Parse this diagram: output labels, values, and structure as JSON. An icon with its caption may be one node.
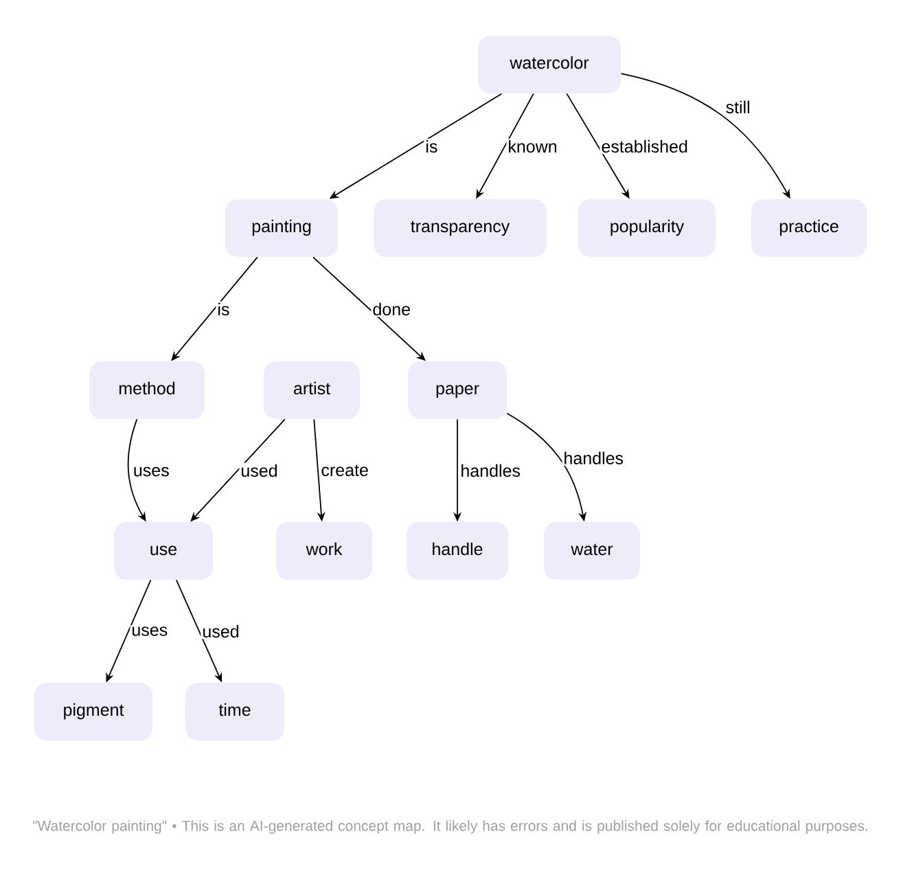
{
  "diagram": {
    "caption": "\"Watercolor painting\" • This is an AI-generated concept map. It likely has errors and is published solely for educational purposes.",
    "nodes": [
      {
        "text": [
          "watercolor"
        ]
      },
      {
        "text": [
          "painting"
        ]
      },
      {
        "text": [
          "transparency"
        ]
      },
      {
        "text": [
          "popularity"
        ]
      },
      {
        "text": [
          "practice"
        ]
      },
      {
        "text": [
          "method"
        ]
      },
      {
        "text": [
          "artist"
        ]
      },
      {
        "text": [
          "paper"
        ]
      },
      {
        "text": [
          "use"
        ]
      },
      {
        "text": [
          "work"
        ]
      },
      {
        "text": [
          "handle"
        ]
      },
      {
        "text": [
          "water"
        ]
      },
      {
        "text": [
          "pigment"
        ]
      },
      {
        "text": [
          "time"
        ]
      }
    ],
    "edges": [
      {
        "from": 0,
        "to": 1,
        "arrow": "to",
        "label": "is"
      },
      {
        "from": 0,
        "to": 2,
        "arrow": "to",
        "label": "known"
      },
      {
        "from": 0,
        "to": 3,
        "arrow": "to",
        "label": "established"
      },
      {
        "from": 0,
        "to": 4,
        "arrow": "to",
        "label": "still"
      },
      {
        "from": 1,
        "to": 5,
        "arrow": "to",
        "label": "is"
      },
      {
        "from": 1,
        "to": 7,
        "arrow": "to",
        "label": "done"
      },
      {
        "from": 5,
        "to": 8,
        "arrow": "to",
        "label": "uses"
      },
      {
        "from": 6,
        "to": 8,
        "arrow": "to",
        "label": "used"
      },
      {
        "from": 6,
        "to": 9,
        "arrow": "to",
        "label": "create"
      },
      {
        "from": 7,
        "to": 10,
        "arrow": "to",
        "label": "handles"
      },
      {
        "from": 7,
        "to": 11,
        "arrow": "to",
        "label": "handles"
      },
      {
        "from": 8,
        "to": 12,
        "arrow": "to",
        "label": "uses"
      },
      {
        "from": 8,
        "to": 13,
        "arrow": "to",
        "label": "used"
      }
    ]
  }
}
